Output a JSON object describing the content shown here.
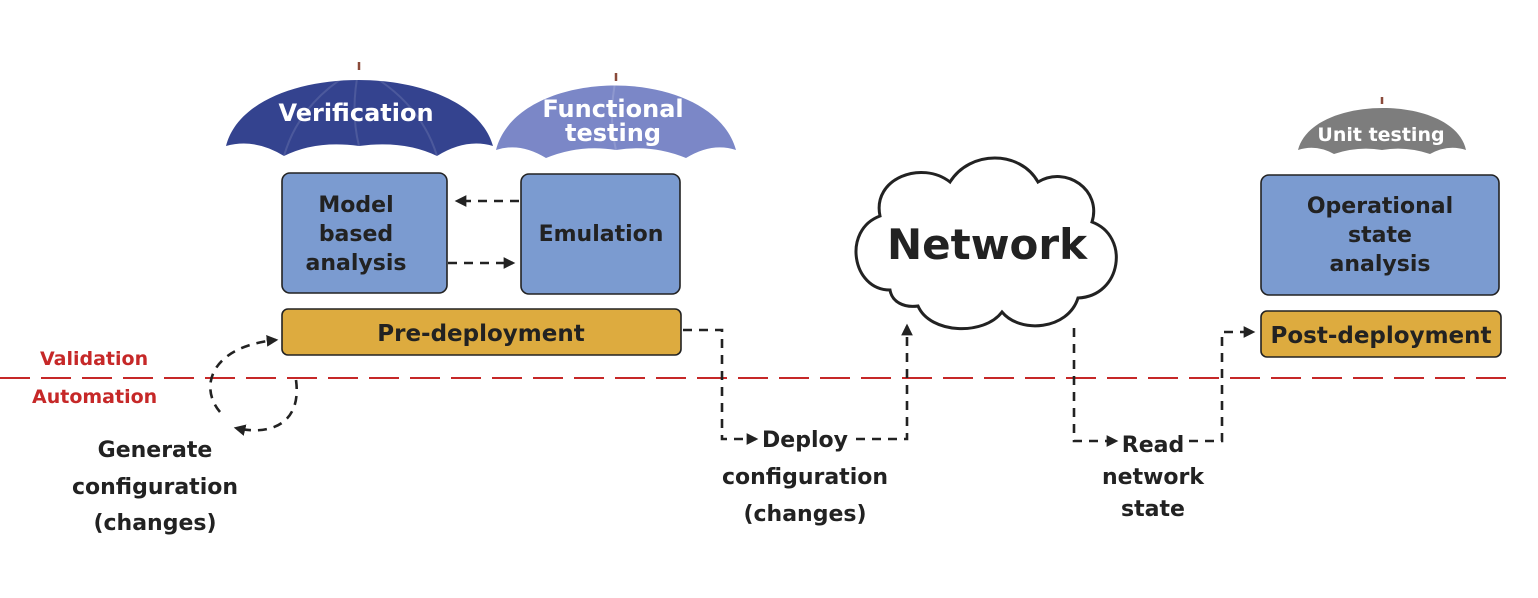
{
  "colors": {
    "box_fill": "#7b9bd0",
    "stage_fill": "#ddab3f",
    "verification_umbrella": "#34438f",
    "functional_umbrella": "#7b87c7",
    "unit_umbrella": "#7d7d7d",
    "separator": "#c62828"
  },
  "umbrellas": {
    "verification": "Verification",
    "functional_line1": "Functional",
    "functional_line2": "testing",
    "unit": "Unit testing"
  },
  "boxes": {
    "model_line1": "Model",
    "model_line2": "based",
    "model_line3": "analysis",
    "emulation": "Emulation",
    "operational_line1": "Operational",
    "operational_line2": "state",
    "operational_line3": "analysis"
  },
  "stages": {
    "pre": "Pre-deployment",
    "post": "Post-deployment"
  },
  "network": "Network",
  "separator": {
    "above": "Validation",
    "below": "Automation"
  },
  "steps": {
    "generate_line1": "Generate",
    "generate_line2": "configuration",
    "generate_line3": "(changes)",
    "deploy_line1": "Deploy",
    "deploy_line2": "configuration",
    "deploy_line3": "(changes)",
    "read_line1": "Read",
    "read_line2": "network",
    "read_line3": "state"
  }
}
